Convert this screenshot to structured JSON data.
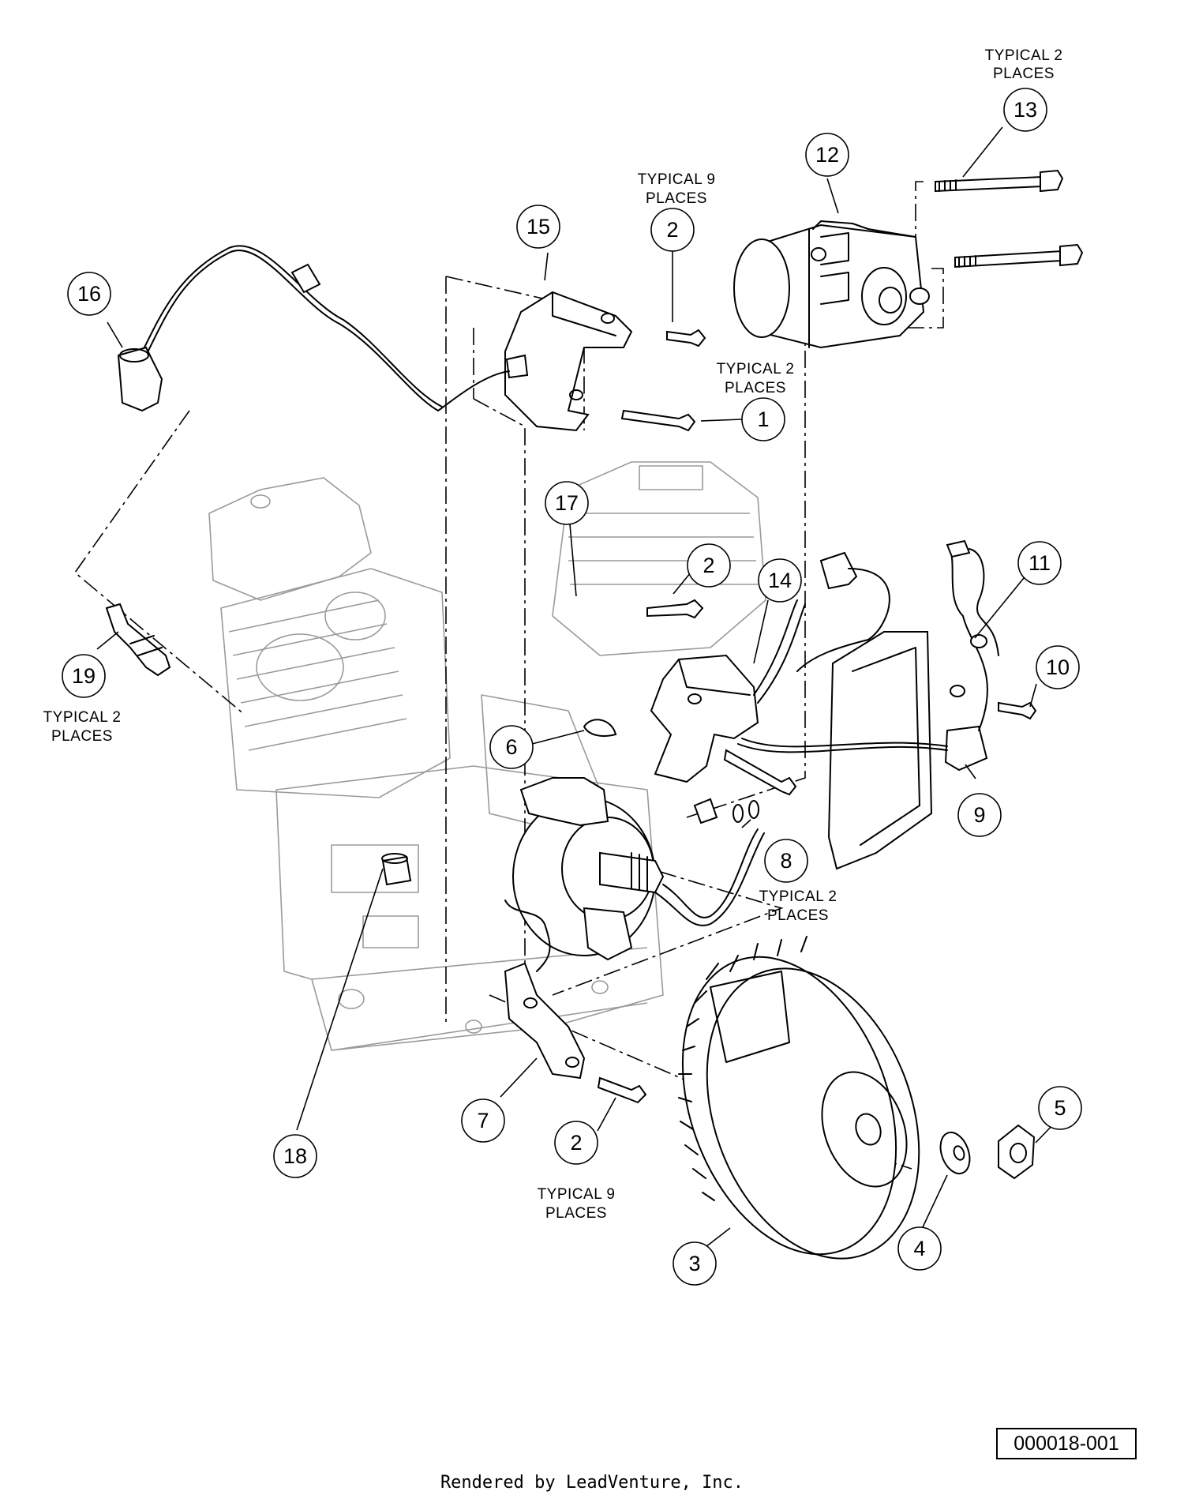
{
  "callouts": [
    {
      "number": "1"
    },
    {
      "number": "2"
    },
    {
      "number": "2"
    },
    {
      "number": "2"
    },
    {
      "number": "3"
    },
    {
      "number": "4"
    },
    {
      "number": "5"
    },
    {
      "number": "6"
    },
    {
      "number": "7"
    },
    {
      "number": "8"
    },
    {
      "number": "9"
    },
    {
      "number": "10"
    },
    {
      "number": "11"
    },
    {
      "number": "12"
    },
    {
      "number": "13"
    },
    {
      "number": "14"
    },
    {
      "number": "15"
    },
    {
      "number": "16"
    },
    {
      "number": "17"
    },
    {
      "number": "18"
    },
    {
      "number": "19"
    }
  ],
  "notes": {
    "typical_2_places_line1": "TYPICAL 2",
    "typical_2_places_line2": "PLACES",
    "typical_9_places_line1": "TYPICAL 9",
    "typical_9_places_line2": "PLACES"
  },
  "footer": {
    "drawing_number": "000018-001",
    "render_credit": "Rendered by LeadVenture, Inc."
  },
  "colors": {
    "line": "#000000",
    "ghost_engine": "#9a9a9a",
    "background": "#ffffff"
  }
}
